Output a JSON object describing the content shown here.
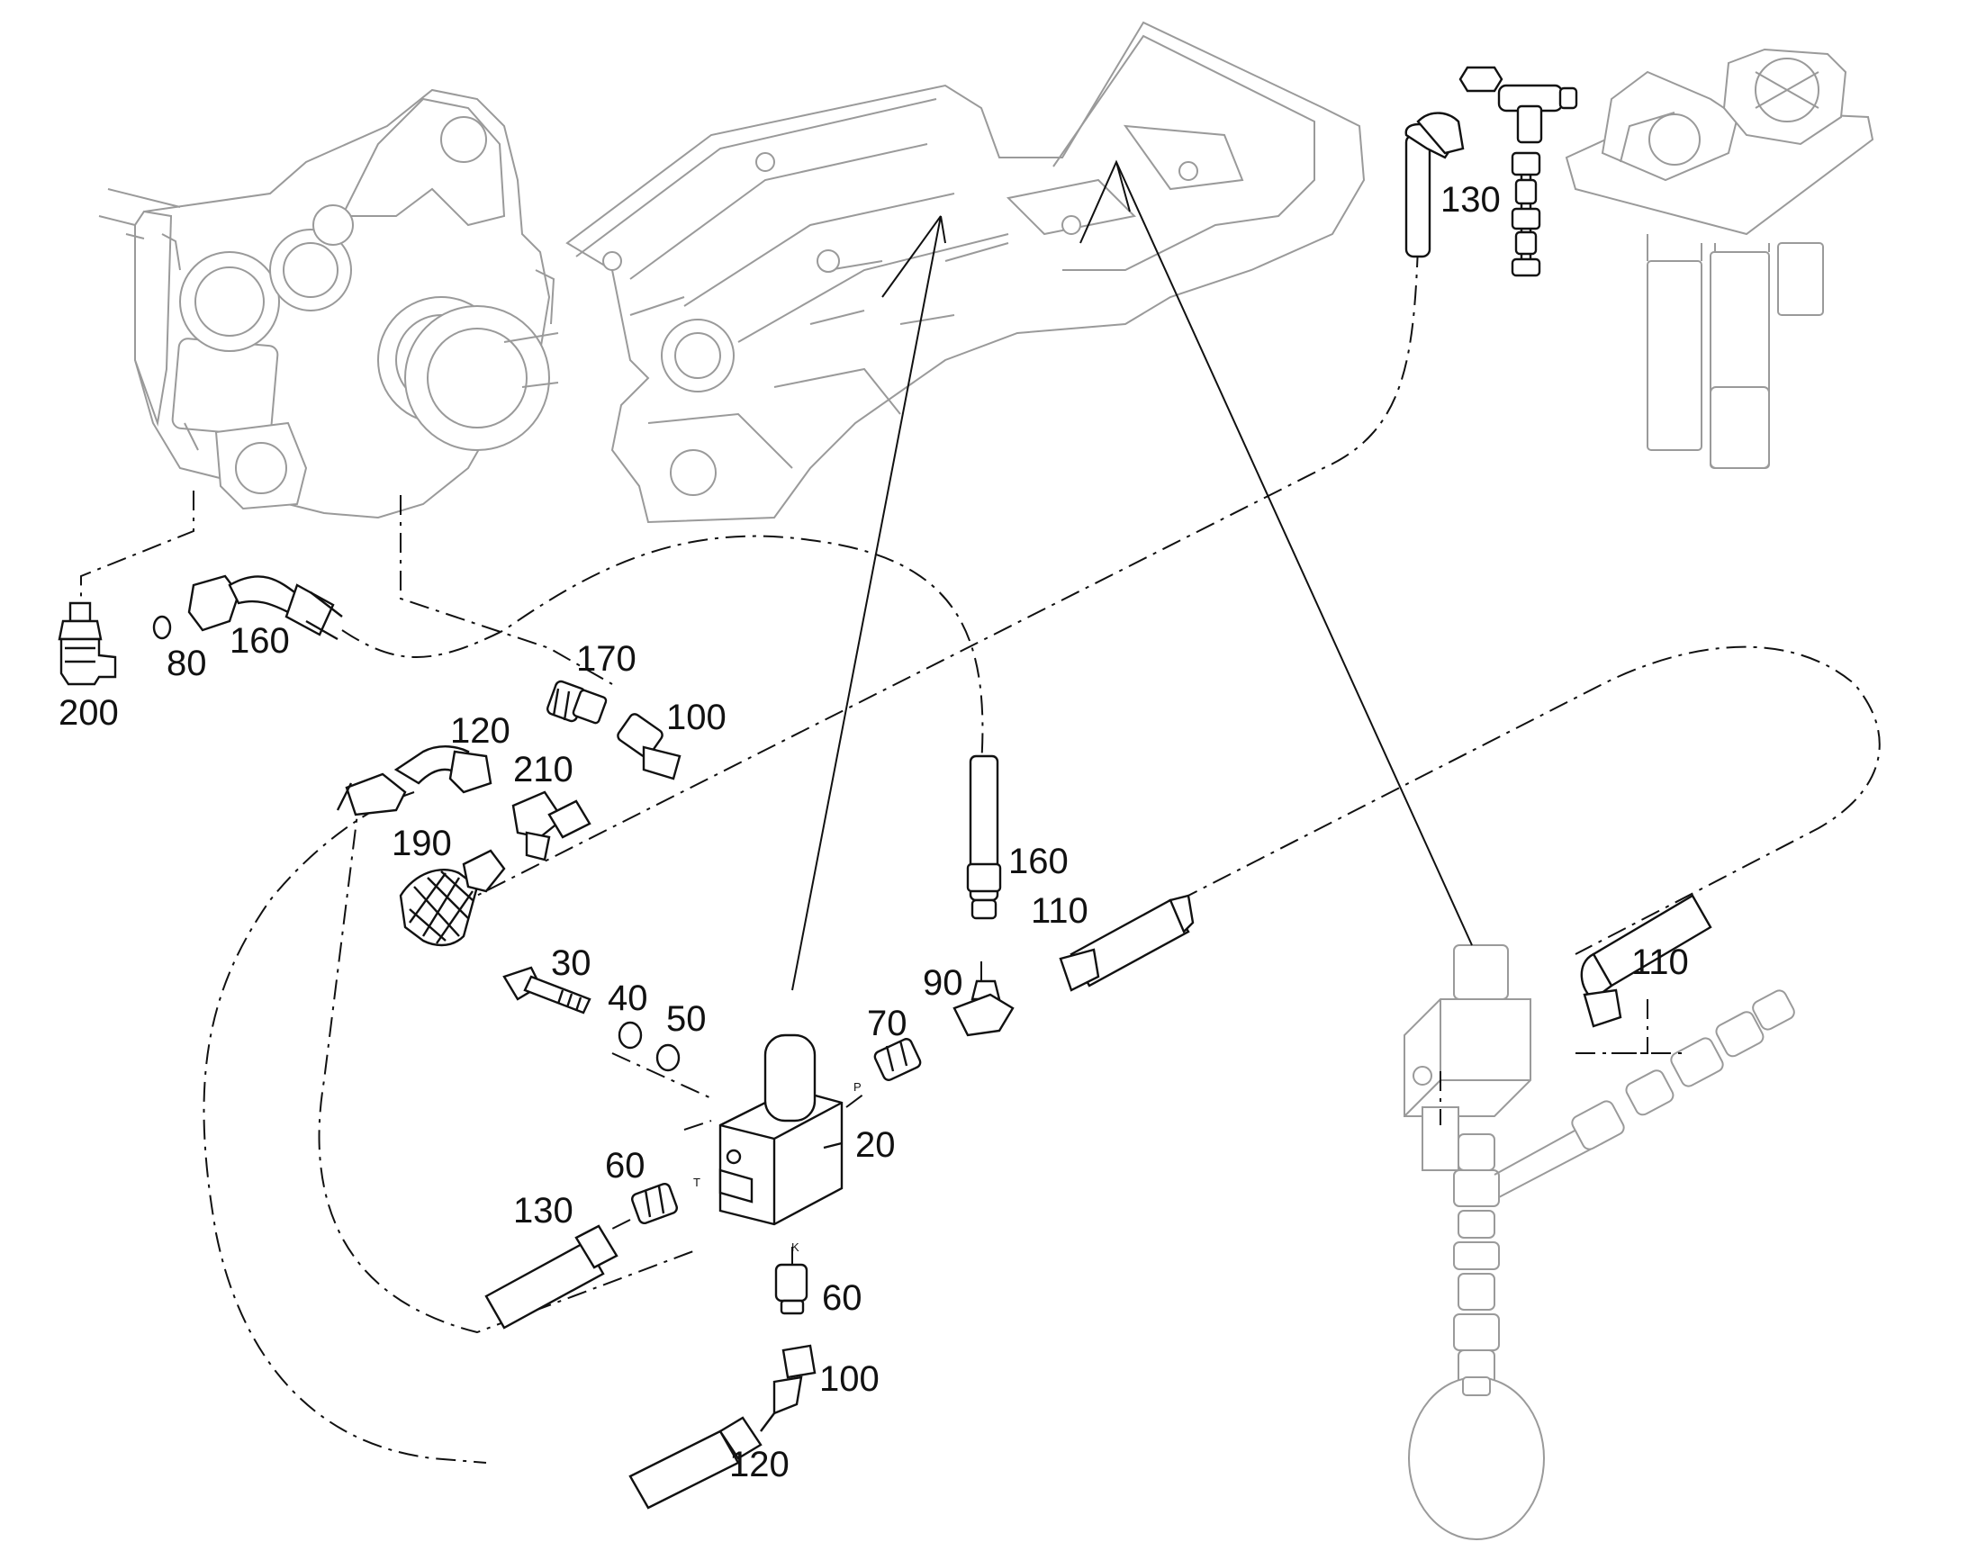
{
  "diagram": {
    "labels": {
      "l200": "200",
      "l80": "80",
      "l160a": "160",
      "l170": "170",
      "l100a": "100",
      "l120a": "120",
      "l210": "210",
      "l190": "190",
      "l130a": "130",
      "l160b": "160",
      "l110a": "110",
      "l90": "90",
      "l30": "30",
      "l40": "40",
      "l50": "50",
      "l70": "70",
      "l60a": "60",
      "l20": "20",
      "l130b": "130",
      "l60b": "60",
      "l100b": "100",
      "l120b": "120",
      "l110b": "110"
    },
    "ports": {
      "p": "P",
      "t": "T",
      "k": "K"
    },
    "colors": {
      "part_stroke": "#111111",
      "ghost_stroke": "#9a9a9a",
      "background": "#ffffff"
    }
  }
}
